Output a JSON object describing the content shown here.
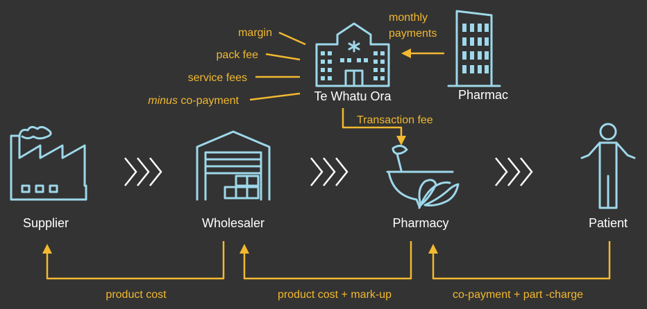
{
  "nodes": {
    "supplier": "Supplier",
    "wholesaler": "Wholesaler",
    "pharmacy": "Pharmacy",
    "patient": "Patient",
    "te_whatu_ora": "Te Whatu Ora",
    "pharmac": "Pharmac"
  },
  "funding_labels": {
    "margin": "margin",
    "pack_fee": "pack fee",
    "service_fees": "service fees",
    "minus_word": "minus",
    "co_payment": " co-payment"
  },
  "pharmac_payment": {
    "line1": "monthly",
    "line2": "payments"
  },
  "transaction_fee": "Transaction fee",
  "payments": {
    "product_cost": "product cost",
    "product_cost_markup": "product cost + mark-up",
    "copayment_partcharge": "co-payment + part -charge"
  },
  "colors": {
    "background": "#333333",
    "icon": "#9ed8ea",
    "accent": "#f2b930",
    "text": "#ffffff"
  },
  "icons": [
    "factory-icon",
    "warehouse-icon",
    "hospital-icon",
    "office-tower-icon",
    "mortar-pestle-icon",
    "person-icon",
    "chevron-icon"
  ]
}
